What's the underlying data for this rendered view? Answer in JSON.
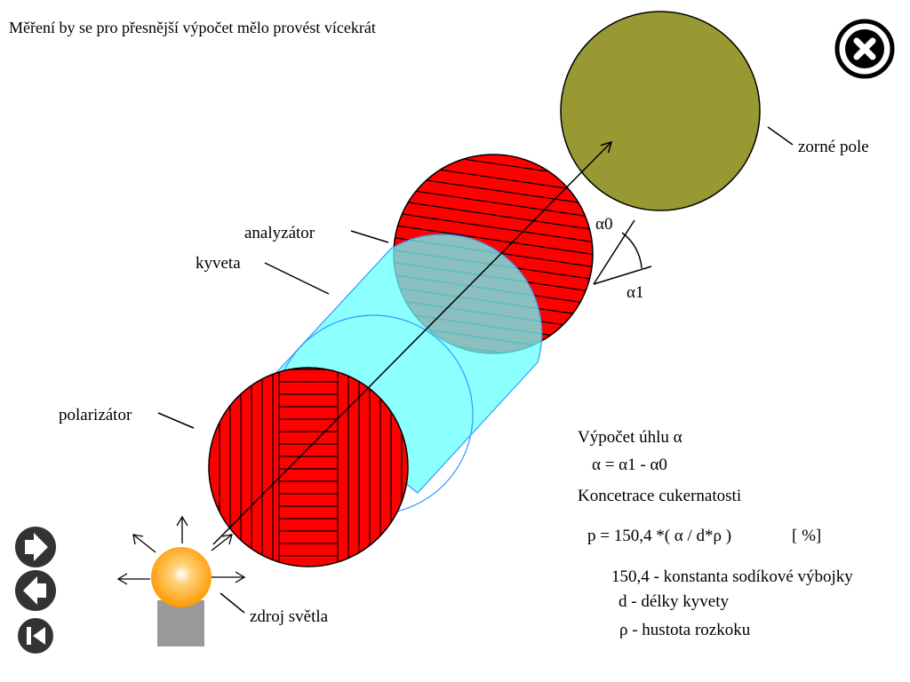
{
  "note": "Měření by se pro přesnější výpočet mělo provést vícekrát",
  "labels": {
    "field_of_view": "zorné pole",
    "analyzer": "analyzátor",
    "cuvette": "kyveta",
    "polarizer": "polarizátor",
    "light_source": "zdroj světla",
    "alpha0": "α0",
    "alpha1": "α1"
  },
  "formulas": {
    "angle_heading": "Výpočet úhlu α",
    "angle_formula": "α = α1 - α0",
    "concentration_heading": "Koncetrace cukernatosti",
    "concentration_formula": "p = 150,4 *( α / d*ρ )",
    "concentration_unit": "[ %]",
    "legend_constant": "150,4 - konstanta sodíkové výbojky",
    "legend_d": "d - délky kyvety",
    "legend_rho": "ρ - hustota rozkoku"
  },
  "controls": {
    "close_icon": "close-icon",
    "next_icon": "arrow-right-icon",
    "prev_icon": "arrow-left-icon",
    "first_icon": "skip-back-icon"
  },
  "colors": {
    "field_of_view": "#999933",
    "filter_red": "#ff0000",
    "cuvette": "#66ffff",
    "cuvette_edge": "#3399ff",
    "lamp": "#ffb020",
    "lamp_base": "#999999",
    "control_dark": "#333333"
  }
}
